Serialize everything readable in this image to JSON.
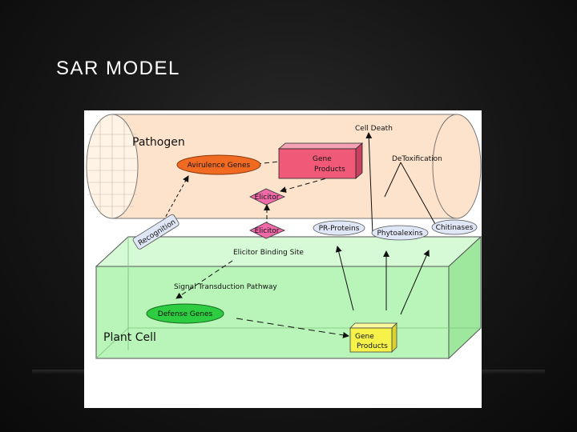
{
  "slide": {
    "title": "SAR MODEL"
  },
  "diagram": {
    "pathogen_label": "Pathogen",
    "plant_cell_label": "Plant Cell",
    "cell_death": "Cell Death",
    "avirulence_genes": "Avirulence Genes",
    "pathogen_gene_products": [
      "Gene",
      "Products"
    ],
    "detoxification": "DeToxification",
    "elicitor_top": "Elicitor",
    "elicitor_bottom": "Elicitor",
    "recognition": "Recognition",
    "pr_proteins": "PR-Proteins",
    "phytoalexins": "Phytoalexins",
    "chitinases": "Chitinases",
    "elicitor_binding_site": "Elicitor Binding Site",
    "signal_transduction": "Signal Transduction Pathway",
    "defense_genes": "Defense Genes",
    "plant_gene_products": [
      "Gene",
      "Products"
    ],
    "colors": {
      "pathogen_fill": "#fde3cc",
      "plant_fill": "#b9f5b9",
      "gene_box": "#f05a78",
      "elicitor": "#f06aa8",
      "avirulence": "#f06a22",
      "defense": "#2ecc40",
      "plant_box": "#f6f24a",
      "oval": "#dfe6f5"
    }
  }
}
